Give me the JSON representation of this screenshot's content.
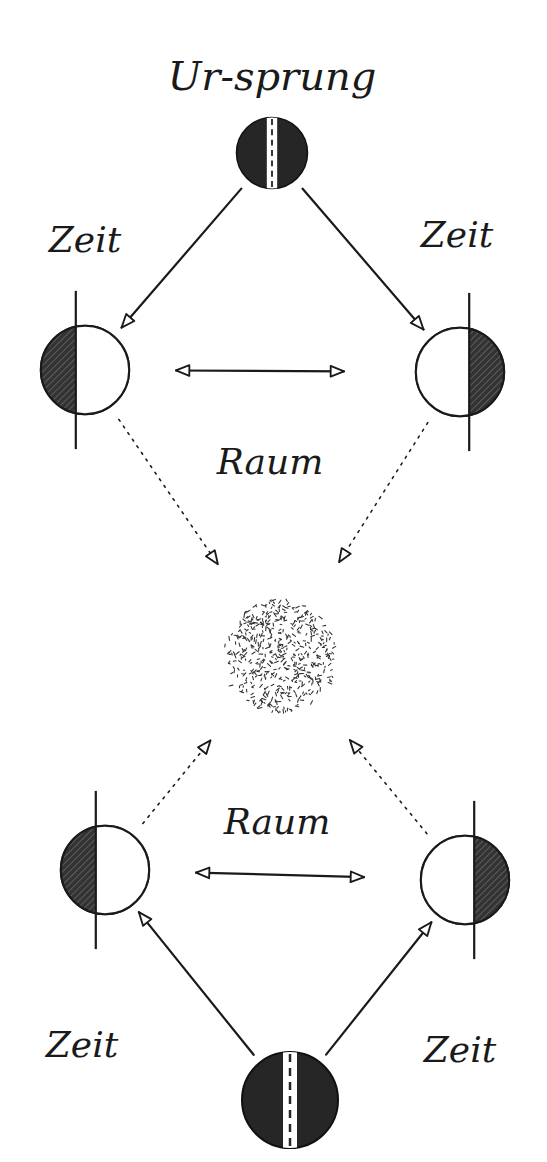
{
  "diagram": {
    "nodes": [
      {
        "text": [
          "Ur-sprung"
        ]
      },
      {
        "text": []
      },
      {
        "text": []
      },
      {
        "text": []
      },
      {
        "text": []
      },
      {
        "text": []
      },
      {
        "text": []
      }
    ],
    "edges": [
      {
        "from": 0,
        "to": 1,
        "arrow": "to",
        "label": "Zeit"
      },
      {
        "from": 0,
        "to": 2,
        "arrow": "to",
        "label": "Zeit"
      },
      {
        "from": 1,
        "to": 2,
        "arrow": "both",
        "label": "Raum"
      },
      {
        "from": 1,
        "to": 3,
        "arrow": "to"
      },
      {
        "from": 2,
        "to": 3,
        "arrow": "to"
      },
      {
        "from": 4,
        "to": 3,
        "arrow": "to"
      },
      {
        "from": 5,
        "to": 3,
        "arrow": "to"
      },
      {
        "from": 6,
        "to": 4,
        "arrow": "to",
        "label": "Zeit"
      },
      {
        "from": 6,
        "to": 5,
        "arrow": "to",
        "label": "Zeit"
      },
      {
        "from": 4,
        "to": 5,
        "arrow": "both",
        "label": "Raum"
      }
    ]
  }
}
